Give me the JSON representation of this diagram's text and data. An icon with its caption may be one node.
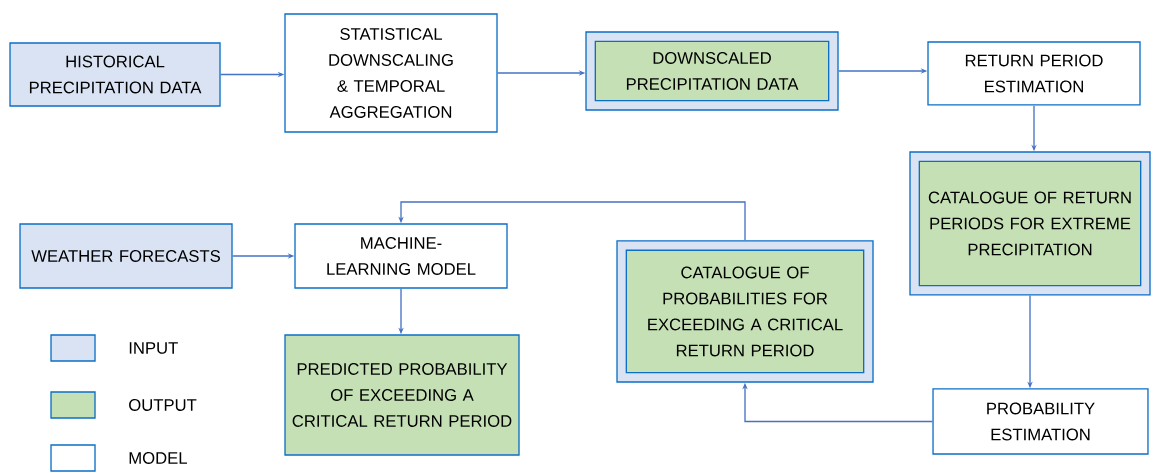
{
  "diagram": {
    "nodes": [
      {
        "text": [
          "HISTORICAL PRECIPITATION DATA"
        ]
      },
      {
        "text": [
          "STATISTICAL DOWNSCALING & TEMPORAL AGGREGATION"
        ]
      },
      {
        "text": [
          "DOWNSCALED PRECIPITATION DATA"
        ]
      },
      {
        "text": [
          "RETURN PERIOD ESTIMATION"
        ]
      },
      {
        "text": [
          "CATALOGUE OF RETURN PERIODS FOR EXTREME PRECIPITATION"
        ]
      },
      {
        "text": [
          "WEATHER FORECASTS"
        ]
      },
      {
        "text": [
          "MACHINE-LEARNING MODEL"
        ]
      },
      {
        "text": [
          "CATALOGUE OF PROBABILITIES FOR EXCEEDING A CRITICAL RETURN PERIOD"
        ]
      },
      {
        "text": [
          "PREDICTED PROBABILITY OF EXCEEDING A CRITICAL RETURN PERIOD"
        ]
      },
      {
        "text": [
          "PROBABILITY ESTIMATION"
        ]
      }
    ],
    "edges": [
      {
        "from": 0,
        "to": 1,
        "arrow": "to"
      },
      {
        "from": 1,
        "to": 2,
        "arrow": "to"
      },
      {
        "from": 2,
        "to": 3,
        "arrow": "to"
      },
      {
        "from": 3,
        "to": 4,
        "arrow": "to"
      },
      {
        "from": 4,
        "to": 9,
        "arrow": "to"
      },
      {
        "from": 9,
        "to": 7,
        "arrow": "to"
      },
      {
        "from": 7,
        "to": 6,
        "arrow": "to"
      },
      {
        "from": 5,
        "to": 6,
        "arrow": "to"
      },
      {
        "from": 6,
        "to": 8,
        "arrow": "to"
      }
    ],
    "legend": [
      {
        "text": "INPUT",
        "color": "#dae3f3"
      },
      {
        "text": "OUTPUT",
        "color": "#c5e0b4"
      },
      {
        "text": "MODEL"
      }
    ]
  }
}
